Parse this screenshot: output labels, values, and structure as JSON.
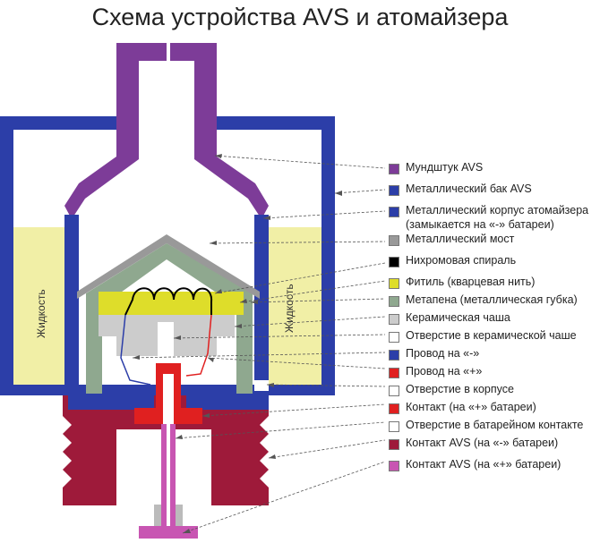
{
  "title": "Схема устройства AVS и атомайзера",
  "liquid_label": "Жидкость",
  "colors": {
    "mouthpiece": "#7d3c98",
    "tank": "#2c3ea8",
    "liquid": "#f1efa6",
    "bridge": "#999999",
    "coil": "#000000",
    "wick": "#dedd2a",
    "mesh": "#8fa88f",
    "bowl": "#cccccc",
    "red": "#e02020",
    "avs_contact": "#9e1a3a",
    "pin": "#c855b2",
    "white": "#ffffff"
  },
  "legend": [
    {
      "label": "Мундштук AVS",
      "color": "#7d3c98"
    },
    {
      "label": "Металлический бак AVS",
      "color": "#2c3ea8"
    },
    {
      "label": "Металлический корпус атомайзера",
      "label2": "(замыкается на «-» батареи)",
      "color": "#2c3ea8"
    },
    {
      "label": "Металлический мост",
      "color": "#999999"
    },
    {
      "label": "Нихромовая спираль",
      "color": "#000000"
    },
    {
      "label": "Фитиль (кварцевая нить)",
      "color": "#dedd2a"
    },
    {
      "label": "Метапена (металлическая губка)",
      "color": "#8fa88f"
    },
    {
      "label": "Керамическая чаша",
      "color": "#cccccc"
    },
    {
      "label": "Отверстие в керамической чаше",
      "color": "#ffffff"
    },
    {
      "label": "Провод на «-»",
      "color": "#2c3ea8"
    },
    {
      "label": "Провод на «+»",
      "color": "#e02020"
    },
    {
      "label": "Отверстие в корпусе",
      "color": "#ffffff"
    },
    {
      "label": "Контакт (на «+» батареи)",
      "color": "#e02020"
    },
    {
      "label": "Отверстие в батарейном контакте",
      "color": "#ffffff"
    },
    {
      "label": "Контакт AVS (на «-» батареи)",
      "color": "#9e1a3a"
    },
    {
      "label": "Контакт AVS (на «+» батареи)",
      "color": "#c855b2"
    }
  ]
}
